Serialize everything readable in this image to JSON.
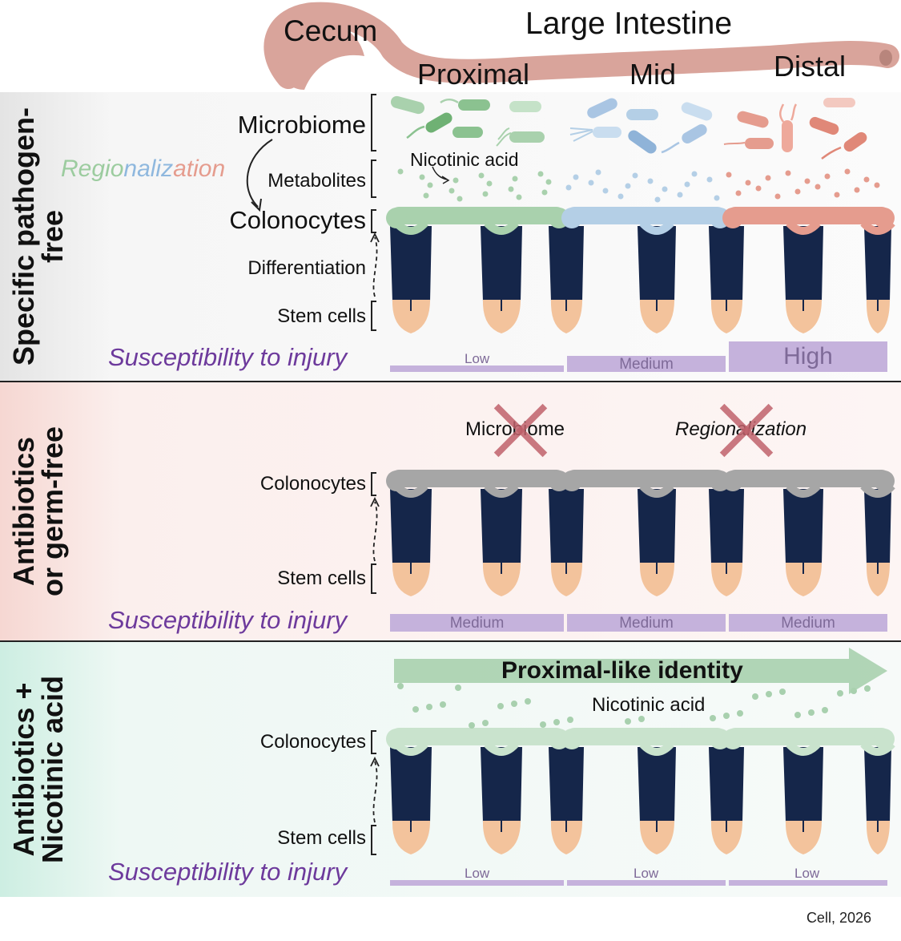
{
  "header": {
    "cecum": "Cecum",
    "large_intestine": "Large Intestine",
    "proximal": "Proximal",
    "mid": "Mid",
    "distal": "Distal"
  },
  "panel1": {
    "side_label_line1": "Specific pathogen-",
    "side_label_line2": "free",
    "regionalization": [
      "Regio",
      "naliz",
      "ation"
    ],
    "microbiome": "Microbiome",
    "metabolites": "Metabolites",
    "colonocytes": "Colonocytes",
    "differentiation": "Differentiation",
    "stem_cells": "Stem cells",
    "nicotinic_acid": "Nicotinic acid",
    "susceptibility": "Susceptibility to injury",
    "bars": [
      "Low",
      "Medium",
      "High"
    ],
    "colors": {
      "proximal": "#a9d1ad",
      "mid": "#b4cfe6",
      "distal": "#e59c8e"
    }
  },
  "panel2": {
    "side_label_line1": "Antibiotics",
    "side_label_line2": "or germ-free",
    "crossed_microbiome": "Microbiome",
    "crossed_regionalization": "Regionalization",
    "colonocytes": "Colonocytes",
    "stem_cells": "Stem cells",
    "susceptibility": "Susceptibility to injury",
    "bars": [
      "Medium",
      "Medium",
      "Medium"
    ],
    "colors": {
      "surface": "#a6a6a6"
    }
  },
  "panel3": {
    "side_label_line1": "Antibiotics +",
    "side_label_line2": "Nicotinic acid",
    "arrow_label": "Proximal-like identity",
    "nicotinic_acid": "Nicotinic acid",
    "colonocytes": "Colonocytes",
    "stem_cells": "Stem cells",
    "susceptibility": "Susceptibility to injury",
    "bars": [
      "Low",
      "Low",
      "Low"
    ],
    "colors": {
      "surface": "#c9e3cd"
    }
  },
  "citation": "Cell, 2026",
  "colors": {
    "crypt": "#15264a",
    "stem": "#f3c39c",
    "intestine": "#d9a49b",
    "susceptibility_text": "#6d3a9c",
    "bar": "#c5b2dc"
  }
}
